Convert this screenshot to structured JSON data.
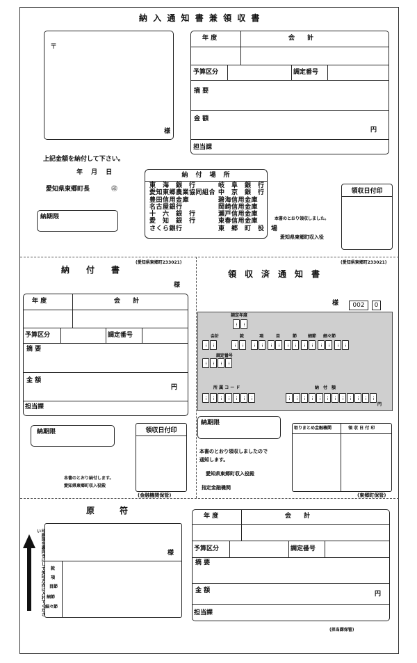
{
  "part1": {
    "title": "納 入 通 知 書 兼 領 収 書",
    "address_mark": "〒",
    "addressee_suffix": "様",
    "form": {
      "fiscal_year": "年 度",
      "account": "会　　計",
      "budget_category": "予算区分",
      "assessment_number": "調定番号",
      "summary": "摘 要",
      "amount": "金 額",
      "yen": "円",
      "department": "担当課"
    },
    "instruction": "上記金額を納付して下さい。",
    "date": "年　 月　 日",
    "mayor": "愛知県東郷町長",
    "seal": "㊞",
    "due_date": "納期限",
    "payment_places": {
      "title": "納　付　場　所",
      "rows": [
        [
          "東　海　銀　行",
          "岐　阜　銀　行"
        ],
        [
          "愛知東郷農業協同組合",
          "中　京　銀　行"
        ],
        [
          "豊田信用金庫",
          "碧海信用金庫"
        ],
        [
          "名古屋銀行",
          "岡崎信用金庫"
        ],
        [
          "十　六　銀　行",
          "瀬戸信用金庫"
        ],
        [
          "愛　知　銀　行",
          "東春信用金庫"
        ],
        [
          "さくら銀行",
          "東　郷　町　役　場"
        ]
      ]
    },
    "receipt_note": "本書のとおり領収しました。",
    "treasurer": "愛知県東郷町収入役",
    "receipt_stamp": "領収日付印"
  },
  "part2": {
    "code_left": "(愛知県東郷町233021)",
    "code_right": "(愛知県東郷町233021)",
    "title": "納　　付　　書",
    "suffix": "様",
    "form": {
      "fiscal_year": "年 度",
      "account": "会　　計",
      "budget_category": "予算区分",
      "assessment_number": "調定番号",
      "summary": "摘 要",
      "amount": "金 額",
      "yen": "円",
      "department": "担当課"
    },
    "due_date": "納期限",
    "receipt_stamp": "領収日付印",
    "paid_note": "本書のとおり納付します。",
    "paid_treasurer": "愛知県東郷町収入役殿",
    "keeper_bank": "(金融機関保管)"
  },
  "part3": {
    "title": "領　収　済　通　知　書",
    "suffix": "様",
    "code": "002",
    "code_digit": "0",
    "ocr_labels": {
      "year": "調定年度",
      "account": "会計",
      "section": "款",
      "item": "項",
      "subitem": "目",
      "division": "節",
      "detail": "細節",
      "detail2": "細々節",
      "assessment": "調定番号",
      "dept_code": "所 属 コ ー ド",
      "paid_amount": "納　付　額",
      "yen": "円"
    },
    "due_date": "納期限",
    "note1": "本書のとおり領収しましたので",
    "note2": "通知します。",
    "treasurer": "愛知県東郷町収入役殿",
    "designated_bank": "指定金融機関",
    "bank_collector": "取りまとめ金融機関",
    "receipt_stamp": "領 収 日 付 印",
    "keeper_town": "(東郷町保管)"
  },
  "part4": {
    "title": "原　　　符",
    "suffix": "様",
    "side_note": "印刷面を裏向きにして矢印方向に入れてください",
    "items": [
      "款",
      "項",
      "目節",
      "細節",
      "細々節"
    ],
    "form": {
      "fiscal_year": "年 度",
      "account": "会　　計",
      "budget_category": "予算区分",
      "assessment_number": "調定番号",
      "summary": "摘 要",
      "amount": "金 額",
      "yen": "円",
      "department": "担当課"
    },
    "keeper_dept": "(担当課保管)"
  }
}
